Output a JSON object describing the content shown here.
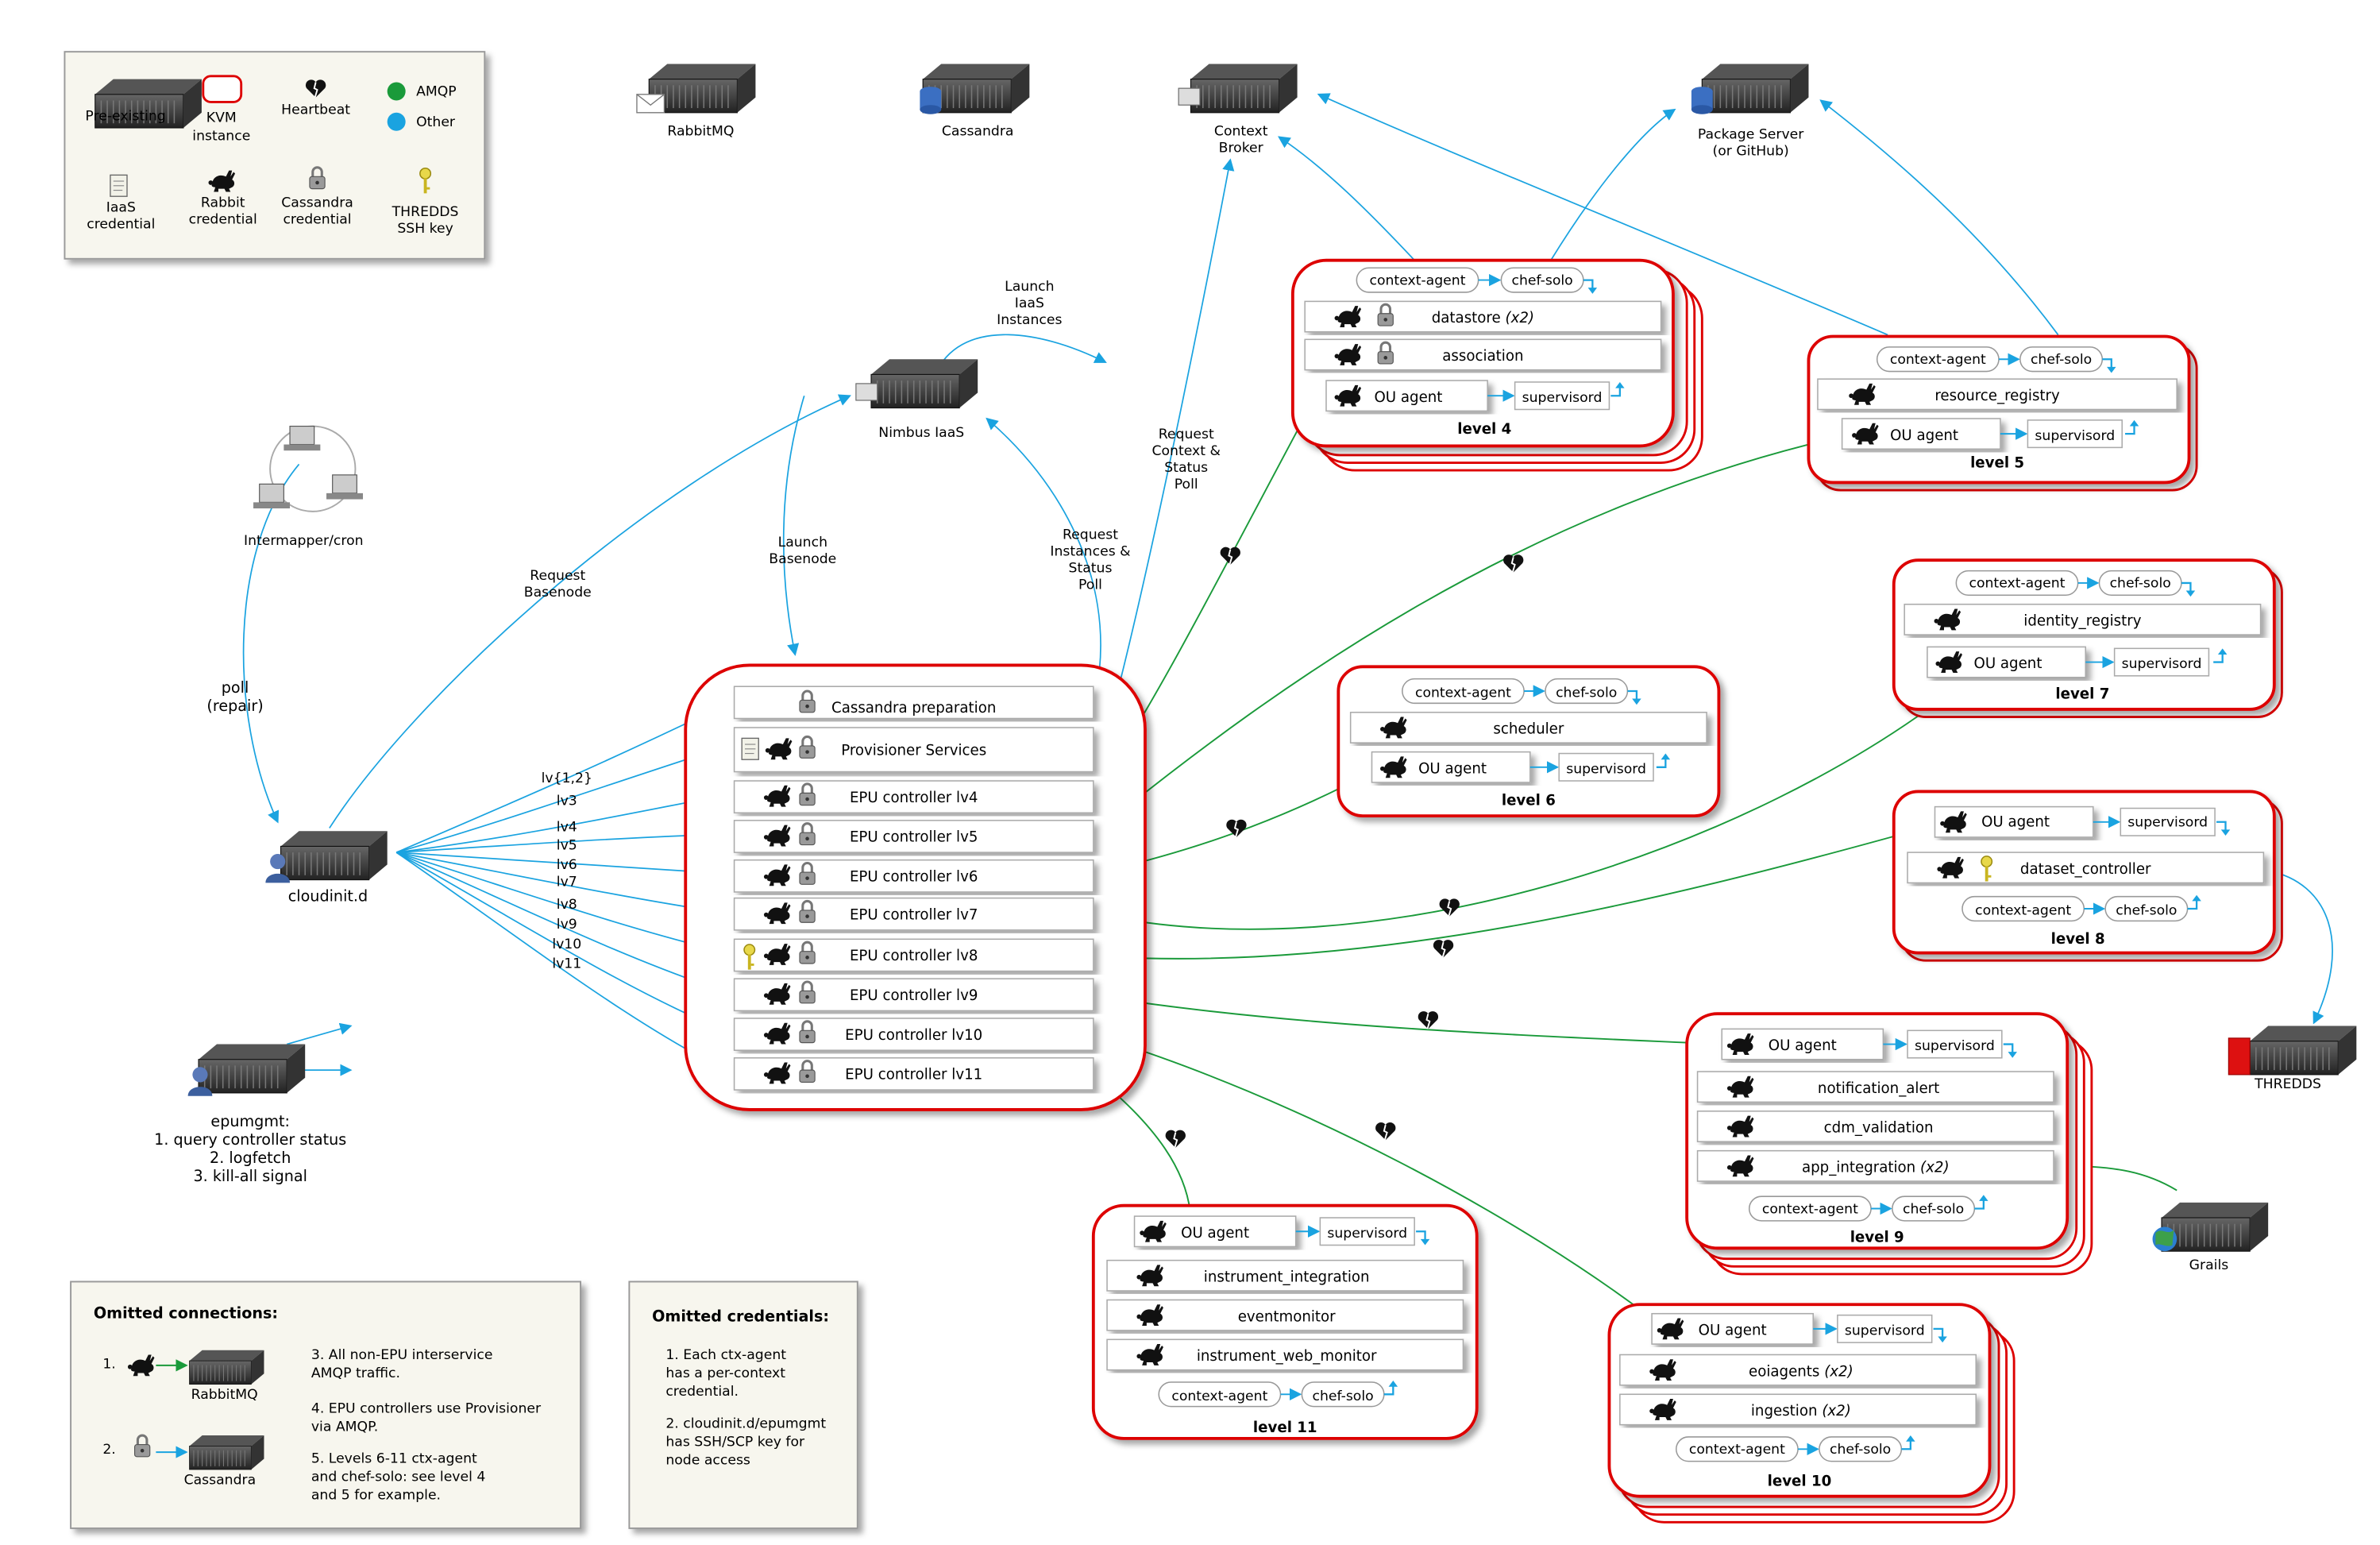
{
  "colors": {
    "amqp": "#1a9a3a",
    "other": "#1aa3e0",
    "kvm_border": "#dd0000",
    "note_bg": "#f7f6ee",
    "legend_bg": "#f7f6ee"
  },
  "legend": {
    "preexisting": "Pre-existing",
    "kvm_l1": "KVM",
    "kvm_l2": "instance",
    "heartbeat": "Heartbeat",
    "amqp": "AMQP",
    "other": "Other",
    "iaas_l1": "IaaS",
    "iaas_l2": "credential",
    "rabbit_l1": "Rabbit",
    "rabbit_l2": "credential",
    "cass_l1": "Cassandra",
    "cass_l2": "credential",
    "thredds_l1": "THREDDS",
    "thredds_l2": "SSH key"
  },
  "servers": {
    "rabbitmq": "RabbitMQ",
    "cassandra": "Cassandra",
    "context_broker_l1": "Context",
    "context_broker_l2": "Broker",
    "package_server_l1": "Package Server",
    "package_server_l2": "(or GitHub)",
    "nimbus": "Nimbus IaaS",
    "intermapper": "Intermapper/cron",
    "cloudinit": "cloudinit.d",
    "thredds": "THREDDS",
    "grails": "Grails"
  },
  "edge_labels": {
    "launch_iaas": [
      "Launch",
      "IaaS",
      "Instances"
    ],
    "request_ctx": [
      "Request",
      "Context &",
      "Status",
      "Poll"
    ],
    "request_inst": [
      "Request",
      "Instances &",
      "Status",
      "Poll"
    ],
    "launch_basenode": [
      "Launch",
      "Basenode"
    ],
    "request_basenode": [
      "Request",
      "Basenode"
    ],
    "poll": [
      "poll",
      "(repair)"
    ]
  },
  "levels_fan": [
    "lv{1,2}",
    "lv3",
    "lv4",
    "lv5",
    "lv6",
    "lv7",
    "lv8",
    "lv9",
    "lv10",
    "lv11"
  ],
  "epumgmt": {
    "title": "epumgmt:",
    "items": [
      "1. query controller status",
      "2. logfetch",
      "3. kill-all signal"
    ]
  },
  "basenode_rows": [
    "Cassandra preparation",
    "Provisioner Services",
    "EPU controller lv4",
    "EPU controller lv5",
    "EPU controller lv6",
    "EPU controller lv7",
    "EPU controller lv8",
    "EPU controller lv9",
    "EPU controller lv10",
    "EPU controller lv11"
  ],
  "common": {
    "context_agent": "context-agent",
    "chef_solo": "chef-solo",
    "ou_agent": "OU agent",
    "supervisord": "supervisord"
  },
  "level4": {
    "title": "level 4",
    "rows": [
      "datastore",
      "association"
    ],
    "datastore_mult": "(x2)"
  },
  "level5": {
    "title": "level 5",
    "rows": [
      "resource_registry"
    ]
  },
  "level6": {
    "title": "level 6",
    "rows": [
      "scheduler"
    ]
  },
  "level7": {
    "title": "level 7",
    "rows": [
      "identity_registry"
    ]
  },
  "level8": {
    "title": "level 8",
    "rows": [
      "dataset_controller"
    ]
  },
  "level9": {
    "title": "level 9",
    "rows": [
      "notification_alert",
      "cdm_validation",
      "app_integration"
    ],
    "app_mult": "(x2)"
  },
  "level10": {
    "title": "level 10",
    "rows": [
      "eoiagents",
      "ingestion"
    ],
    "mult": "(x2)"
  },
  "level11": {
    "title": "level 11",
    "rows": [
      "instrument_integration",
      "eventmonitor",
      "instrument_web_monitor"
    ]
  },
  "omitted_connections": {
    "title": "Omitted connections:",
    "item1_num": "1.",
    "item1_label": "RabbitMQ",
    "item2_num": "2.",
    "item2_label": "Cassandra",
    "note3": [
      "3. All non-EPU interservice",
      "AMQP traffic."
    ],
    "note4": [
      "4. EPU controllers use Provisioner",
      "via AMQP."
    ],
    "note5": [
      "5. Levels 6-11 ctx-agent",
      "and chef-solo: see level 4",
      "and 5 for example."
    ]
  },
  "omitted_credentials": {
    "title": "Omitted credentials:",
    "note1": [
      "1. Each ctx-agent",
      "has a per-context",
      "credential."
    ],
    "note2": [
      "2. cloudinit.d/epumgmt",
      "has SSH/SCP key for",
      "node access"
    ]
  }
}
